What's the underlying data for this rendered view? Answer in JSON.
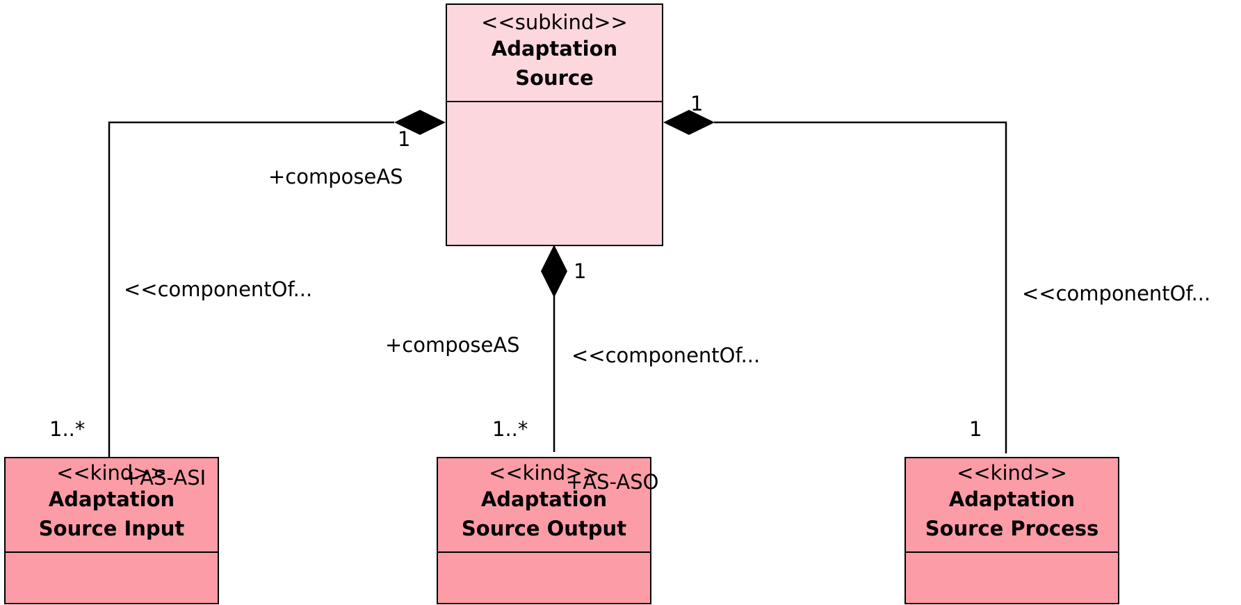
{
  "classes": {
    "source": {
      "stereotype": "<<subkind>>",
      "name_line1": "Adaptation",
      "name_line2": "Source",
      "color": "#fdd7de"
    },
    "input": {
      "stereotype": "<<kind>>",
      "name_line1": "Adaptation",
      "name_line2": "Source Input",
      "color": "#fc9ca6"
    },
    "output": {
      "stereotype": "<<kind>>",
      "name_line1": "Adaptation",
      "name_line2": "Source Output",
      "color": "#fc9ca6"
    },
    "process": {
      "stereotype": "<<kind>>",
      "name_line1": "Adaptation",
      "name_line2": "Source Process",
      "color": "#fc9ca6"
    }
  },
  "associations": {
    "left": {
      "stereotype": "<<componentOf...",
      "whole_role": "+composeAS",
      "whole_mult": "1",
      "part_mult": "1..*",
      "part_role": "+AS-ASI"
    },
    "middle": {
      "stereotype": "<<componentOf...",
      "whole_role": "+composeAS",
      "whole_mult": "1",
      "part_mult": "1..*",
      "part_role": "+AS-ASO"
    },
    "right": {
      "stereotype": "<<componentOf...",
      "whole_mult": "1",
      "part_mult": "1"
    }
  }
}
